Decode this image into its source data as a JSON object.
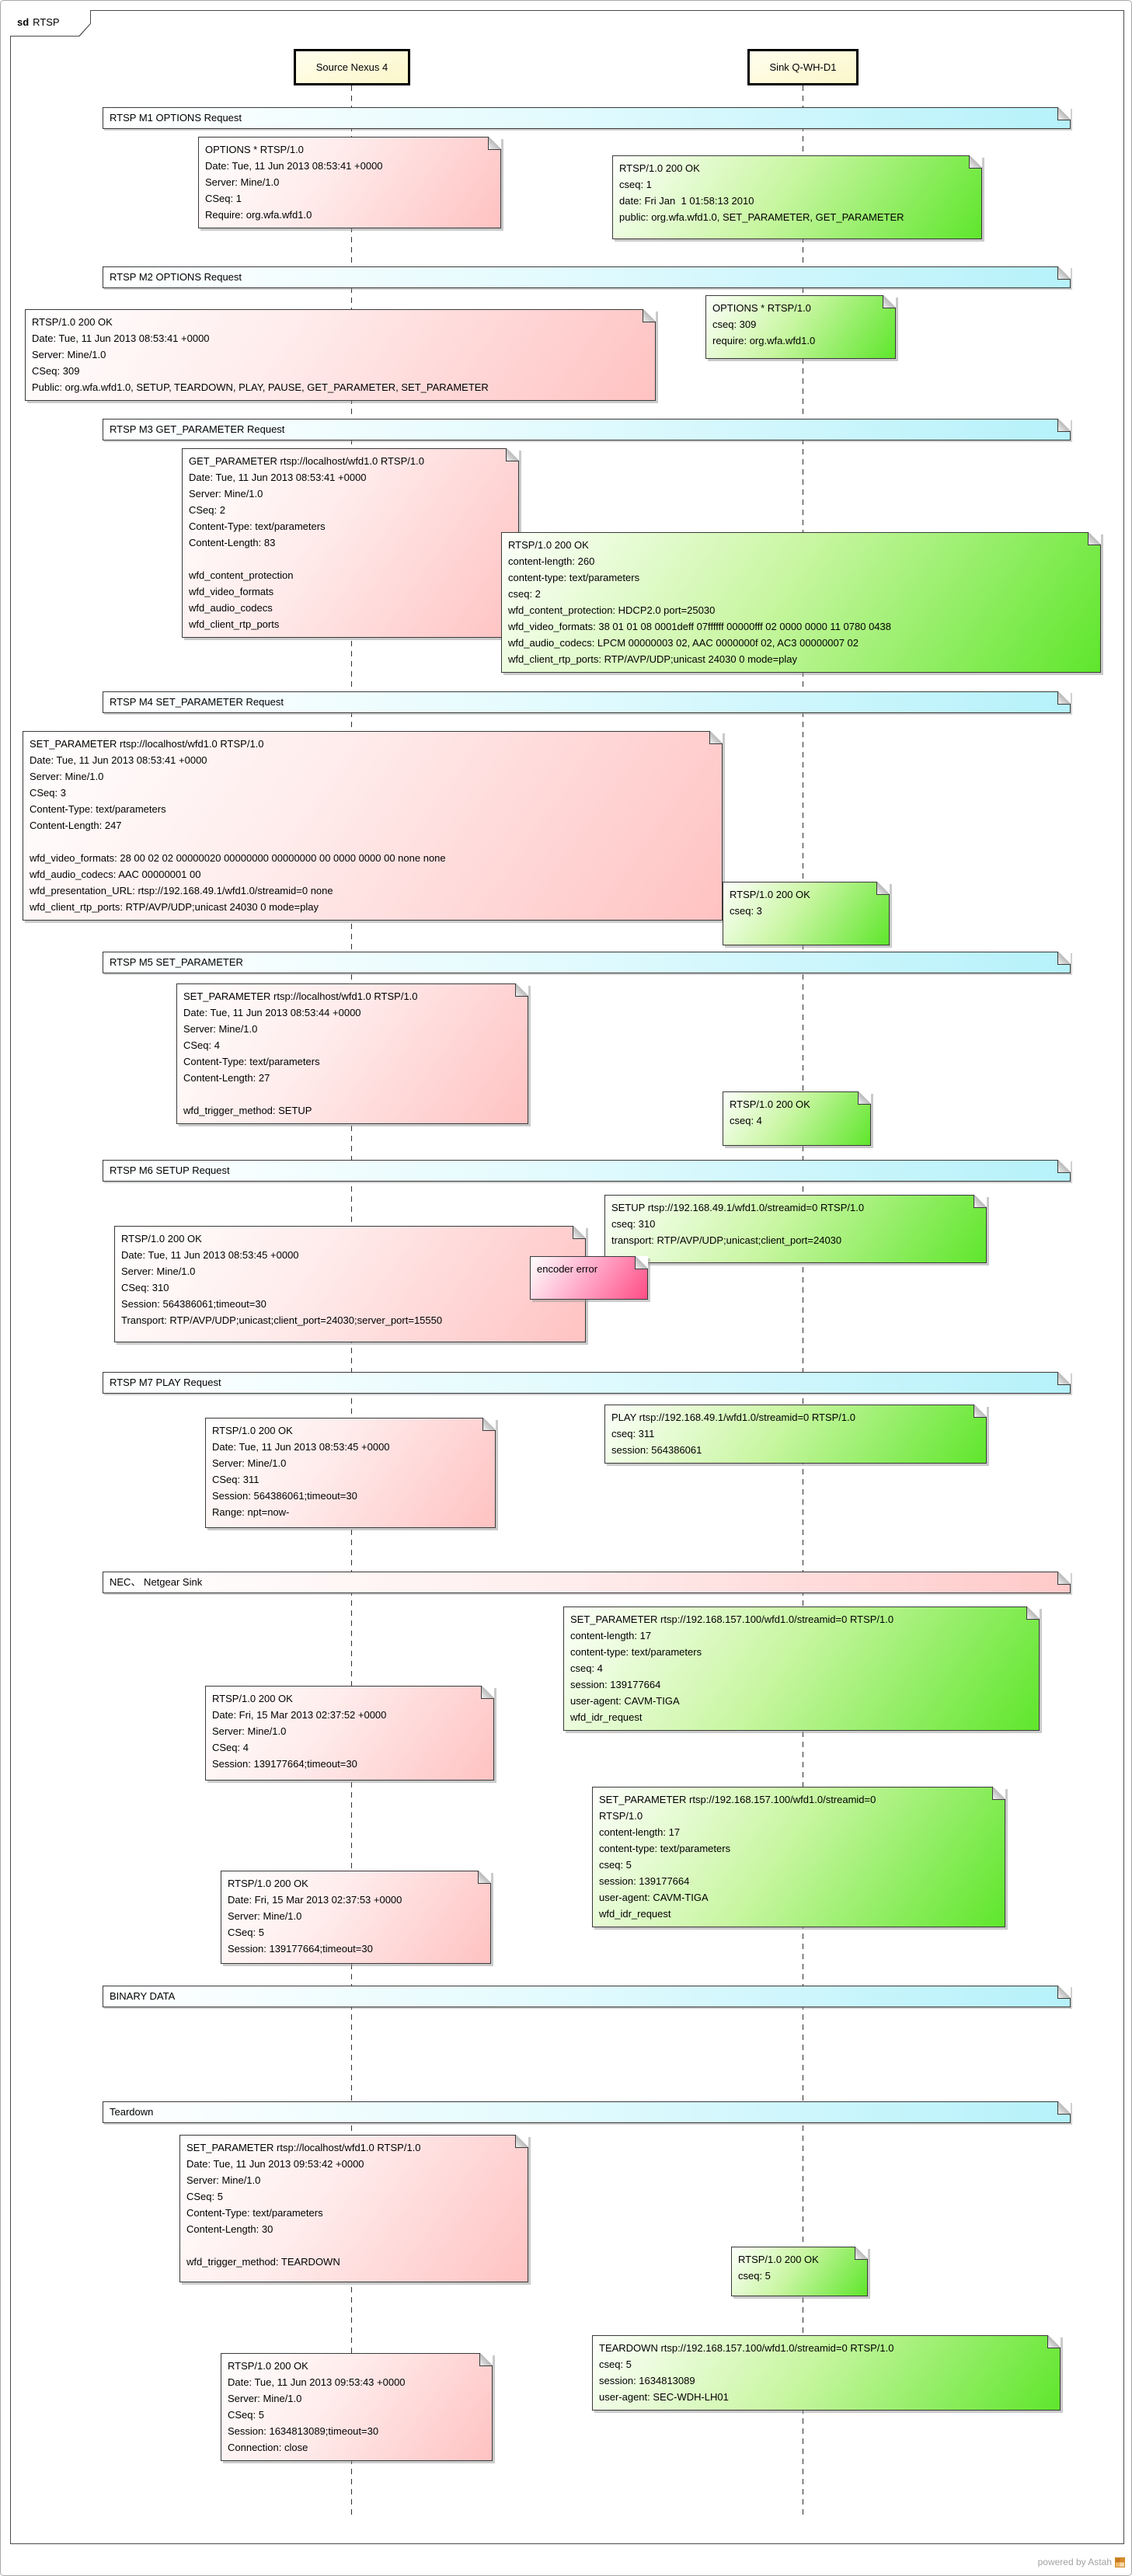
{
  "frame": {
    "keyword": "sd",
    "name": "RTSP"
  },
  "lifelines": [
    {
      "id": "source",
      "label": "Source Nexus 4"
    },
    {
      "id": "sink",
      "label": "Sink Q-WH-D1"
    }
  ],
  "sections": [
    {
      "id": "m1",
      "label": "RTSP M1 OPTIONS Request",
      "variant": "cyan"
    },
    {
      "id": "m2",
      "label": "RTSP M2 OPTIONS Request",
      "variant": "cyan"
    },
    {
      "id": "m3",
      "label": "RTSP M3 GET_PARAMETER Request",
      "variant": "cyan"
    },
    {
      "id": "m4",
      "label": "RTSP M4 SET_PARAMETER Request",
      "variant": "cyan"
    },
    {
      "id": "m5",
      "label": "RTSP M5 SET_PARAMETER",
      "variant": "cyan"
    },
    {
      "id": "m6",
      "label": "RTSP M6 SETUP Request",
      "variant": "cyan"
    },
    {
      "id": "m7",
      "label": "RTSP M7 PLAY Request",
      "variant": "cyan"
    },
    {
      "id": "nec",
      "label": "NEC、 Netgear Sink",
      "variant": "pink"
    },
    {
      "id": "binary",
      "label": "BINARY DATA",
      "variant": "cyan"
    },
    {
      "id": "teardown",
      "label": "Teardown",
      "variant": "cyan"
    }
  ],
  "notes": [
    {
      "id": "m1-request",
      "variant": "pink",
      "lines": [
        "OPTIONS * RTSP/1.0",
        "Date: Tue, 11 Jun 2013 08:53:41 +0000",
        "Server: Mine/1.0",
        "CSeq: 1",
        "Require: org.wfa.wfd1.0"
      ]
    },
    {
      "id": "m1-response",
      "variant": "green",
      "lines": [
        "RTSP/1.0 200 OK",
        "cseq: 1",
        "date: Fri Jan  1 01:58:13 2010",
        "public: org.wfa.wfd1.0, SET_PARAMETER, GET_PARAMETER"
      ]
    },
    {
      "id": "m2-request",
      "variant": "green",
      "lines": [
        "OPTIONS * RTSP/1.0",
        "cseq: 309",
        "require: org.wfa.wfd1.0"
      ]
    },
    {
      "id": "m2-response",
      "variant": "pink",
      "lines": [
        "RTSP/1.0 200 OK",
        "Date: Tue, 11 Jun 2013 08:53:41 +0000",
        "Server: Mine/1.0",
        "CSeq: 309",
        "Public: org.wfa.wfd1.0, SETUP, TEARDOWN, PLAY, PAUSE, GET_PARAMETER, SET_PARAMETER"
      ]
    },
    {
      "id": "m3-request",
      "variant": "pink",
      "lines": [
        "GET_PARAMETER rtsp://localhost/wfd1.0 RTSP/1.0",
        "Date: Tue, 11 Jun 2013 08:53:41 +0000",
        "Server: Mine/1.0",
        "CSeq: 2",
        "Content-Type: text/parameters",
        "Content-Length: 83",
        "",
        "wfd_content_protection",
        "wfd_video_formats",
        "wfd_audio_codecs",
        "wfd_client_rtp_ports"
      ]
    },
    {
      "id": "m3-response",
      "variant": "green",
      "lines": [
        "RTSP/1.0 200 OK",
        "content-length: 260",
        "content-type: text/parameters",
        "cseq: 2",
        "wfd_content_protection: HDCP2.0 port=25030",
        "wfd_video_formats: 38 01 01 08 0001deff 07ffffff 00000fff 02 0000 0000 11 0780 0438",
        "wfd_audio_codecs: LPCM 00000003 02, AAC 0000000f 02, AC3 00000007 02",
        "wfd_client_rtp_ports: RTP/AVP/UDP;unicast 24030 0 mode=play"
      ]
    },
    {
      "id": "m4-request",
      "variant": "pink",
      "lines": [
        "SET_PARAMETER rtsp://localhost/wfd1.0 RTSP/1.0",
        "Date: Tue, 11 Jun 2013 08:53:41 +0000",
        "Server: Mine/1.0",
        "CSeq: 3",
        "Content-Type: text/parameters",
        "Content-Length: 247",
        "",
        "wfd_video_formats: 28 00 02 02 00000020 00000000 00000000 00 0000 0000 00 none none",
        "wfd_audio_codecs: AAC 00000001 00",
        "wfd_presentation_URL: rtsp://192.168.49.1/wfd1.0/streamid=0 none",
        "wfd_client_rtp_ports: RTP/AVP/UDP;unicast 24030 0 mode=play"
      ]
    },
    {
      "id": "m4-response",
      "variant": "green",
      "lines": [
        "RTSP/1.0 200 OK",
        "cseq: 3"
      ]
    },
    {
      "id": "m5-request",
      "variant": "pink",
      "lines": [
        "SET_PARAMETER rtsp://localhost/wfd1.0 RTSP/1.0",
        "Date: Tue, 11 Jun 2013 08:53:44 +0000",
        "Server: Mine/1.0",
        "CSeq: 4",
        "Content-Type: text/parameters",
        "Content-Length: 27",
        "",
        "wfd_trigger_method: SETUP"
      ]
    },
    {
      "id": "m5-response",
      "variant": "green",
      "lines": [
        "RTSP/1.0 200 OK",
        "cseq: 4"
      ]
    },
    {
      "id": "m6-request",
      "variant": "green",
      "lines": [
        "SETUP rtsp://192.168.49.1/wfd1.0/streamid=0 RTSP/1.0",
        "cseq: 310",
        "transport: RTP/AVP/UDP;unicast;client_port=24030"
      ]
    },
    {
      "id": "m6-response",
      "variant": "pink",
      "lines": [
        "RTSP/1.0 200 OK",
        "Date: Tue, 11 Jun 2013 08:53:45 +0000",
        "Server: Mine/1.0",
        "CSeq: 310",
        "Session: 564386061;timeout=30",
        "Transport: RTP/AVP/UDP;unicast;client_port=24030;server_port=15550"
      ]
    },
    {
      "id": "encoder-error",
      "variant": "error",
      "lines": [
        "encoder error"
      ]
    },
    {
      "id": "m7-request",
      "variant": "green",
      "lines": [
        "PLAY rtsp://192.168.49.1/wfd1.0/streamid=0 RTSP/1.0",
        "cseq: 311",
        "session: 564386061"
      ]
    },
    {
      "id": "m7-response",
      "variant": "pink",
      "lines": [
        "RTSP/1.0 200 OK",
        "Date: Tue, 11 Jun 2013 08:53:45 +0000",
        "Server: Mine/1.0",
        "CSeq: 311",
        "Session: 564386061;timeout=30",
        "Range: npt=now-"
      ]
    },
    {
      "id": "nec-setparam-1",
      "variant": "green",
      "lines": [
        "SET_PARAMETER rtsp://192.168.157.100/wfd1.0/streamid=0 RTSP/1.0",
        "content-length: 17",
        "content-type: text/parameters",
        "cseq: 4",
        "session: 139177664",
        "user-agent: CAVM-TIGA",
        "wfd_idr_request"
      ]
    },
    {
      "id": "nec-response-1",
      "variant": "pink",
      "lines": [
        "RTSP/1.0 200 OK",
        "Date: Fri, 15 Mar 2013 02:37:52 +0000",
        "Server: Mine/1.0",
        "CSeq: 4",
        "Session: 139177664;timeout=30"
      ]
    },
    {
      "id": "nec-setparam-2",
      "variant": "green",
      "lines": [
        "SET_PARAMETER rtsp://192.168.157.100/wfd1.0/streamid=0",
        "RTSP/1.0",
        "content-length: 17",
        "content-type: text/parameters",
        "cseq: 5",
        "session: 139177664",
        "user-agent: CAVM-TIGA",
        "wfd_idr_request"
      ]
    },
    {
      "id": "nec-response-2",
      "variant": "pink",
      "lines": [
        "RTSP/1.0 200 OK",
        "Date: Fri, 15 Mar 2013 02:37:53 +0000",
        "Server: Mine/1.0",
        "CSeq: 5",
        "Session: 139177664;timeout=30"
      ]
    },
    {
      "id": "teardown-trigger",
      "variant": "pink",
      "lines": [
        "SET_PARAMETER rtsp://localhost/wfd1.0 RTSP/1.0",
        "Date: Tue, 11 Jun 2013 09:53:42 +0000",
        "Server: Mine/1.0",
        "CSeq: 5",
        "Content-Type: text/parameters",
        "Content-Length: 30",
        "",
        "wfd_trigger_method: TEARDOWN"
      ]
    },
    {
      "id": "teardown-ok",
      "variant": "green",
      "lines": [
        "RTSP/1.0 200 OK",
        "cseq: 5"
      ]
    },
    {
      "id": "teardown-request",
      "variant": "green",
      "lines": [
        "TEARDOWN rtsp://192.168.157.100/wfd1.0/streamid=0 RTSP/1.0",
        "cseq: 5",
        "session: 1634813089",
        "user-agent: SEC-WDH-LH01"
      ]
    },
    {
      "id": "teardown-response",
      "variant": "pink",
      "lines": [
        "RTSP/1.0 200 OK",
        "Date: Tue, 11 Jun 2013 09:53:43 +0000",
        "Server: Mine/1.0",
        "CSeq: 5",
        "Session: 1634813089;timeout=30",
        "Connection: close"
      ]
    }
  ],
  "watermark": {
    "text": "powered by Astah",
    "icon": "astah-grid-icon"
  },
  "colors": {
    "note_pink": "#ffc2c2",
    "note_green": "#5fe62c",
    "note_error": "#ff4d85",
    "banner_cyan": "#b6f1fa",
    "banner_pink": "#ffc9c9",
    "lifeline_fill": "#fcf6c9"
  }
}
